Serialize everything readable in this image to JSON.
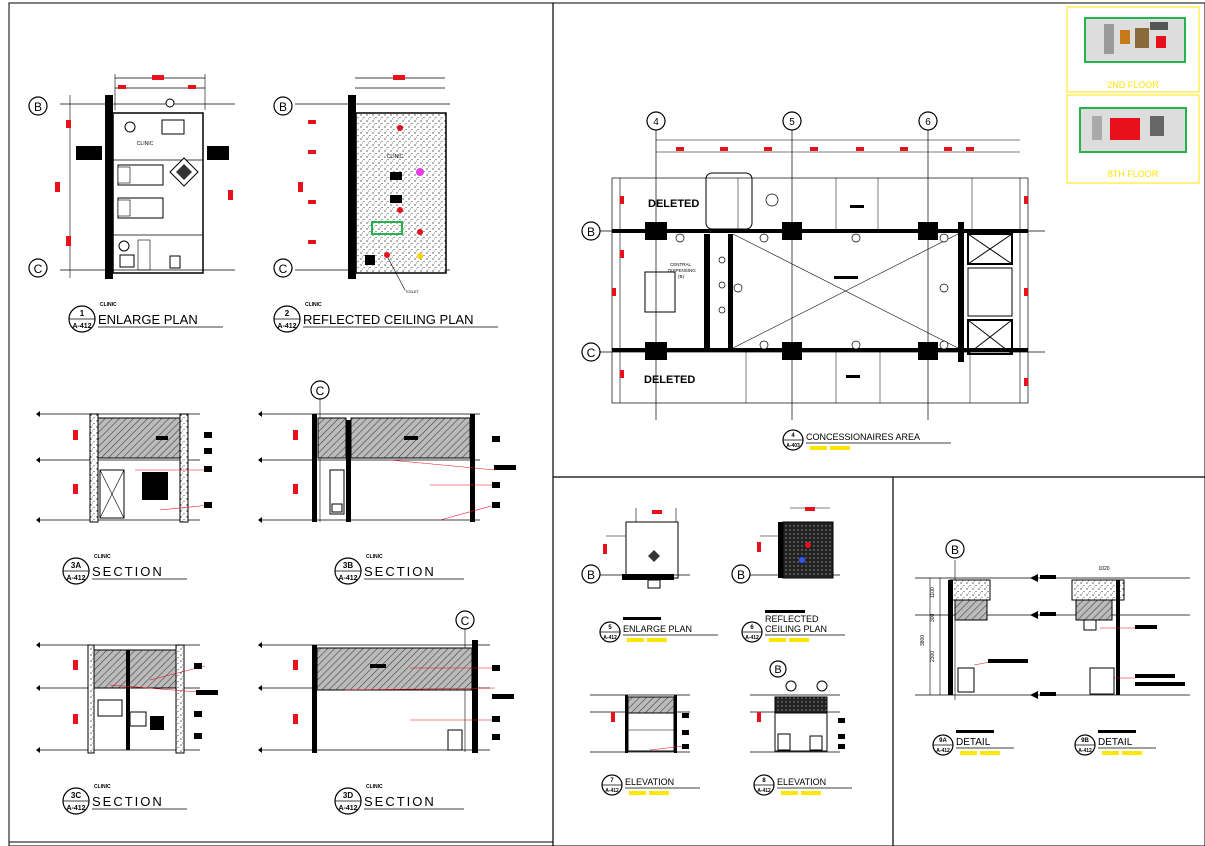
{
  "sheet": {
    "drawings": [
      {
        "id": "1",
        "sheet_ref": "A-412",
        "tag": "CLINIC",
        "title": "ENLARGE PLAN"
      },
      {
        "id": "2",
        "sheet_ref": "A-412",
        "tag": "CLINIC",
        "title": "REFLECTED CEILING PLAN"
      },
      {
        "id": "3A",
        "sheet_ref": "A-412",
        "tag": "CLINIC",
        "title": "SECTION"
      },
      {
        "id": "3B",
        "sheet_ref": "A-412",
        "tag": "CLINIC",
        "title": "SECTION"
      },
      {
        "id": "3C",
        "sheet_ref": "A-412",
        "tag": "CLINIC",
        "title": "SECTION"
      },
      {
        "id": "3D",
        "sheet_ref": "A-412",
        "tag": "CLINIC",
        "title": "SECTION"
      },
      {
        "id": "4",
        "sheet_ref": "A-403",
        "title": "CONCESSIONAIRES AREA"
      },
      {
        "id": "5",
        "sheet_ref": "A-412",
        "title": "ENLARGE PLAN"
      },
      {
        "id": "6",
        "sheet_ref": "A-412",
        "title_line1": "REFLECTED",
        "title_line2": "CEILING PLAN"
      },
      {
        "id": "7",
        "sheet_ref": "A-412",
        "title": "ELEVATION"
      },
      {
        "id": "8",
        "sheet_ref": "A-412",
        "title": "ELEVATION"
      },
      {
        "id": "9A",
        "sheet_ref": "A-412",
        "title": "DETAIL"
      },
      {
        "id": "9B",
        "sheet_ref": "A-412",
        "title": "DETAIL"
      }
    ],
    "grid_labels": {
      "b": "B",
      "c": "C",
      "g4": "4",
      "g5": "5",
      "g6": "6"
    },
    "concessionaires": {
      "deleted_top": "DELETED",
      "deleted_bottom": "DELETED",
      "central_line1": "CENTRAL",
      "central_line2": "DISPENSING",
      "central_line3": "(B)"
    },
    "rcp_note": "TOILET",
    "clinic_label": "CLINIC",
    "key_plans": [
      {
        "label": "2ND FLOOR"
      },
      {
        "label": "8TH FLOOR"
      }
    ],
    "detail_dims": {
      "top": "1100",
      "mid": "300",
      "low": "2300",
      "total": "3800",
      "width": "1020"
    },
    "colors": {
      "red": "#e8101a",
      "yellow": "#ffe600",
      "green": "#22b34c",
      "keyplan_border": "#ffe600"
    }
  }
}
